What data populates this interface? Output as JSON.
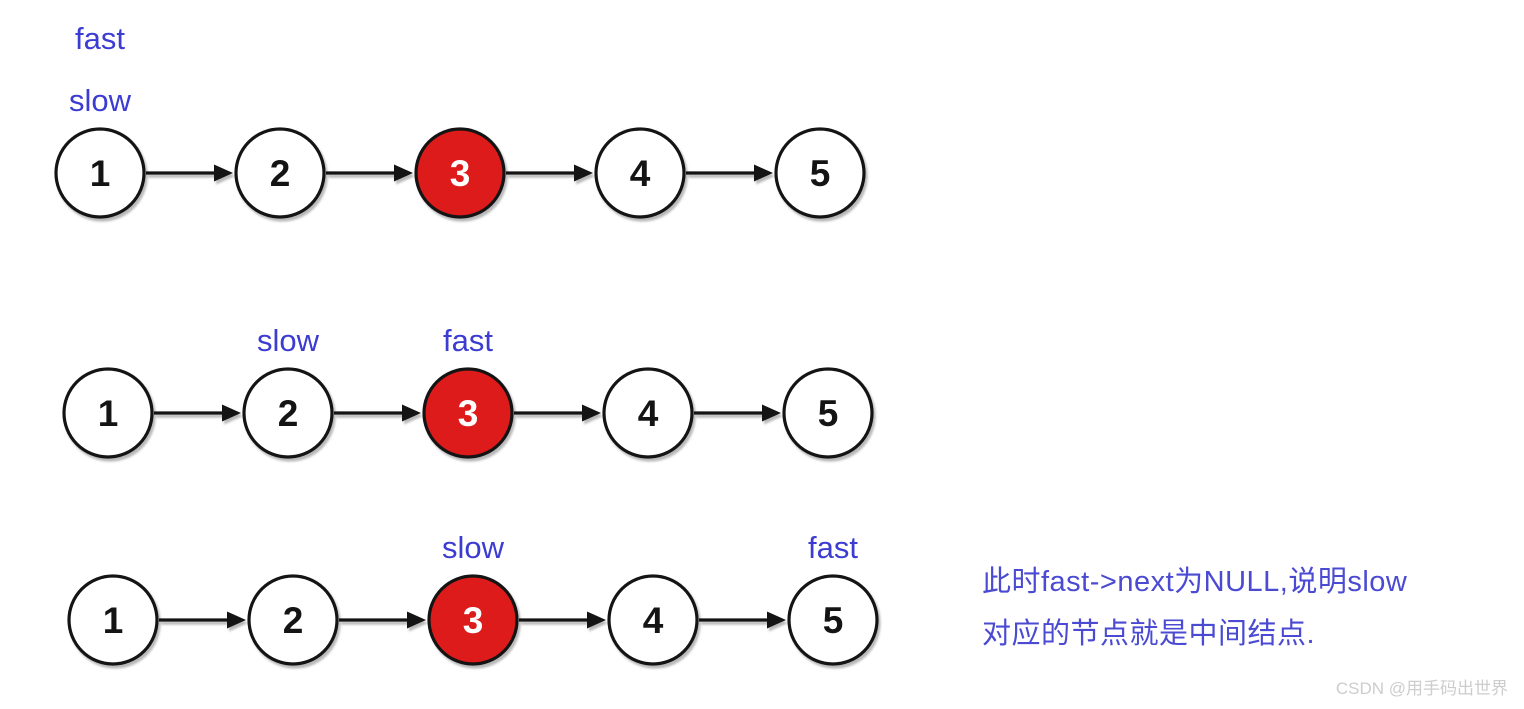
{
  "palette": {
    "pointer_label": "#3c3cd2",
    "caption_text": "#4a4ad2",
    "node_fill": "#ffffff",
    "node_highlight_fill": "#dd1b1b",
    "node_stroke": "#141414",
    "node_value": "#141414",
    "node_value_on_highlight": "#ffffff",
    "arrow": "#141414",
    "watermark_text": "#cdcdcd"
  },
  "diagram": {
    "node_values": [
      "1",
      "2",
      "3",
      "4",
      "5"
    ],
    "highlight_value": "3",
    "highlight_index": 2,
    "rows": [
      {
        "name": "step-1",
        "pointers": [
          {
            "label": "fast",
            "node_index": 0,
            "level": 2
          },
          {
            "label": "slow",
            "node_index": 0,
            "level": 1
          }
        ]
      },
      {
        "name": "step-2",
        "pointers": [
          {
            "label": "slow",
            "node_index": 1,
            "level": 1
          },
          {
            "label": "fast",
            "node_index": 2,
            "level": 1
          }
        ]
      },
      {
        "name": "step-3",
        "pointers": [
          {
            "label": "slow",
            "node_index": 2,
            "level": 1
          },
          {
            "label": "fast",
            "node_index": 4,
            "level": 1
          }
        ]
      }
    ],
    "geometry": {
      "row_y": [
        173,
        413,
        620
      ],
      "row_start_x": [
        100,
        108,
        113
      ],
      "node_spacing": 180,
      "node_radius": 44,
      "label_level1_offset": 62,
      "label_level2_offset": 124
    }
  },
  "caption": {
    "line1": "此时fast->next为NULL,说明slow",
    "line2": "对应的节点就是中间结点."
  },
  "watermark": "CSDN @用手码出世界"
}
